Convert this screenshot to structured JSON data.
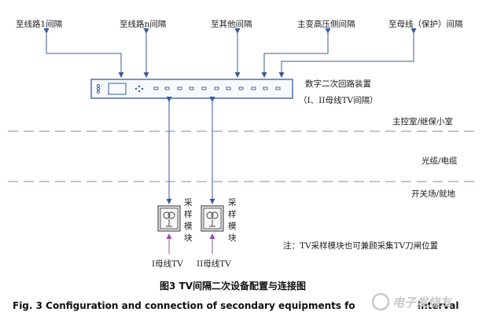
{
  "labels": {
    "line1": "至线路1间隔",
    "linen": "至线路n间隔",
    "other": "至其他间隔",
    "mainhv": "主变高压侧间隔",
    "busprot": "至母线（保护）间隔",
    "device1": "数字二次回路装置",
    "device2": "（I、II母线TV间隔）",
    "zone1": "主控室/继保小室",
    "zone2": "光缆/电缆",
    "zone3": "开关场/就地",
    "module_v": [
      "采",
      "样",
      "模",
      "块"
    ],
    "bus1": "I母线TV",
    "bus2": "II母线TV",
    "note": "注：TV采样模块也可兼顾采集TV刀闸位置"
  },
  "caption": {
    "cn": "图3 TV间隔二次设备配置与连接图",
    "en": "Fig. 3 Configuration and connection of secondary equipments fo",
    "en_tail": "interval"
  },
  "watermark": "电子发烧友",
  "colors": {
    "arrow": "#3a5a9a",
    "dash": "#6c8fb8",
    "device": "#3a5a9a",
    "bus": "#9a4fa8"
  }
}
